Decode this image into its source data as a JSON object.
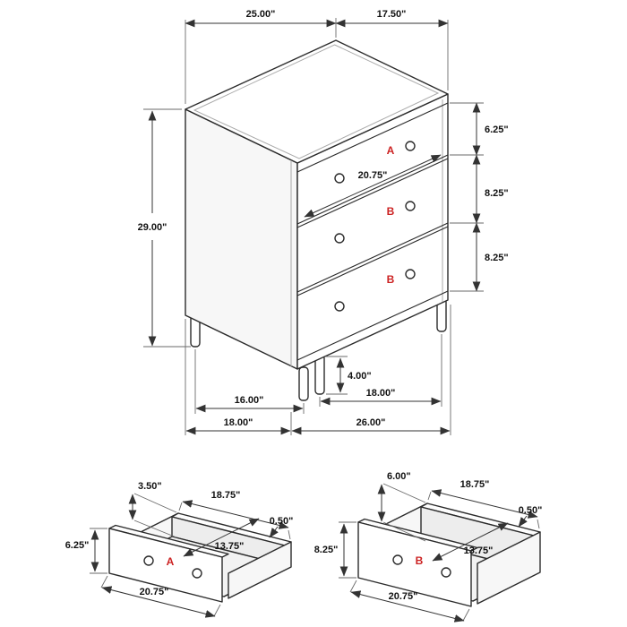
{
  "colors": {
    "line": "#333333",
    "label_red": "#cc2222"
  },
  "chest": {
    "dims": {
      "top_width": "25.00\"",
      "top_depth": "17.50\"",
      "height": "29.00\"",
      "drawer_a_front_height": "6.25\"",
      "drawer_b1_front_height": "8.25\"",
      "drawer_b2_front_height": "8.25\"",
      "drawer_front_width": "20.75\"",
      "leg_height": "4.00\"",
      "leg_spacing_depth": "16.00\"",
      "leg_spacing_width": "18.00\"",
      "overall_depth": "18.00\"",
      "overall_width": "26.00\""
    },
    "labels": {
      "a": "A",
      "b1": "B",
      "b2": "B"
    }
  },
  "drawer_a": {
    "label": "A",
    "dims": {
      "side_height": "3.50\"",
      "inner_width": "18.75\"",
      "wall_thickness": "0.50\"",
      "inner_depth": "13.75\"",
      "front_height": "6.25\"",
      "front_width": "20.75\""
    }
  },
  "drawer_b": {
    "label": "B",
    "dims": {
      "side_height": "6.00\"",
      "inner_width": "18.75\"",
      "wall_thickness": "0.50\"",
      "inner_depth": "13.75\"",
      "front_height": "8.25\"",
      "front_width": "20.75\""
    }
  }
}
